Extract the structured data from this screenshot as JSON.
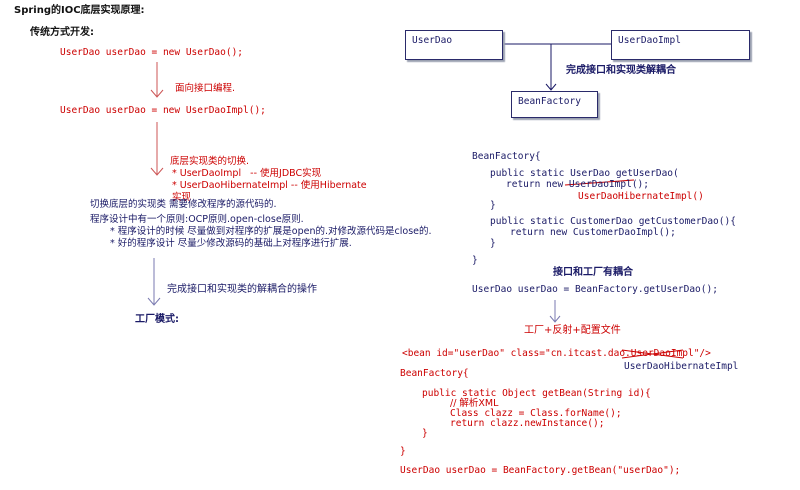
{
  "left": {
    "title": "Spring的IOC底层实现原理:",
    "traditional": "传统方式开发:",
    "code1": "UserDao userDao = new UserDao();",
    "note_interface": "面向接口编程.",
    "code2": "UserDao userDao = new UserDaoImpl();",
    "switch_title": "底层实现类的切换.",
    "switch_line1": "* UserDaoImpl   -- 使用JDBC实现",
    "switch_line2": "* UserDaoHibernateImpl -- 使用Hibernate",
    "switch_line3": "实现",
    "switch_note": "切换底层的实现类 需要修改程序的源代码的.",
    "ocp_line1": "程序设计中有一个原则:OCP原则.open-close原则.",
    "ocp_line2": "* 程序设计的时候 尽量做到对程序的扩展是open的.对修改源代码是close的.",
    "ocp_line3": "* 好的程序设计 尽量少修改源码的基础上对程序进行扩展.",
    "decouple_op": "完成接口和实现类的解耦合的操作",
    "factory_mode": "工厂模式:"
  },
  "right": {
    "box_userdao": "UserDao",
    "box_userdaoimpl": "UserDaoImpl",
    "decouple_label": "完成接口和实现类解耦合",
    "box_beanfactory": "BeanFactory",
    "bf_line1": "BeanFactory{",
    "bf_line2": "public static UserDao getUserDao(",
    "bf_line3": "return new UserDaoImpl();",
    "bf_line3b": "UserDaoHibernateImpl()",
    "bf_line4": "}",
    "bf_line5": "public static CustomerDao getCustomerDao(){",
    "bf_line6": "return new CustomerDaoImpl();",
    "bf_line7": "}",
    "bf_line8": "}",
    "coupling_note": "接口和工厂有耦合",
    "code_factory": "UserDao userDao = BeanFactory.getUserDao();",
    "factory_reflect": "工厂+反射+配置文件",
    "bean_xml": "<bean id=\"userDao\" class=\"cn.itcast.dao.UserDaoImpl\"/>",
    "bean_xml_alt": "UserDaoHibernateImpl",
    "bf2_line1": "BeanFactory{",
    "bf2_line2": "public static Object getBean(String id){",
    "bf2_line3": "// 解析XML",
    "bf2_line4": "Class clazz = Class.forName();",
    "bf2_line5": "return clazz.newInstance();",
    "bf2_line6": "}",
    "bf2_line7": "}",
    "code_getbean": "UserDao userDao = BeanFactory.getBean(\"userDao\");"
  },
  "colors": {
    "red": "#cc0000",
    "navy": "#1a1a66",
    "arrow": "#6f6fa8"
  }
}
